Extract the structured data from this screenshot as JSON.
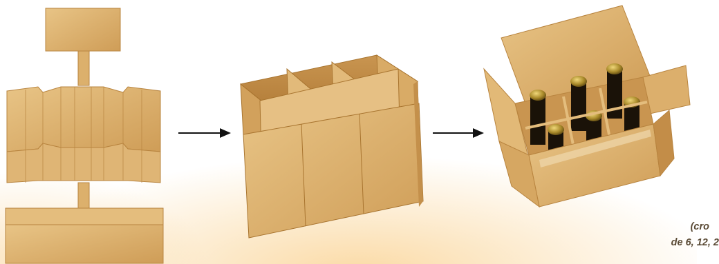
{
  "caption": {
    "line1": "(cro",
    "line2": "de 6, 12, 2"
  },
  "colors": {
    "cardboard": "#d9aa63",
    "cardboard_light": "#e6be7e",
    "cardboard_dark": "#b8843f",
    "arrow": "#111111",
    "caption_text": "#5a4a35"
  },
  "scene": {
    "steps": [
      "flat-cardboard-divider",
      "assembled-six-cell-divider",
      "open-box-with-six-bottles"
    ],
    "bottle_count": 6
  }
}
